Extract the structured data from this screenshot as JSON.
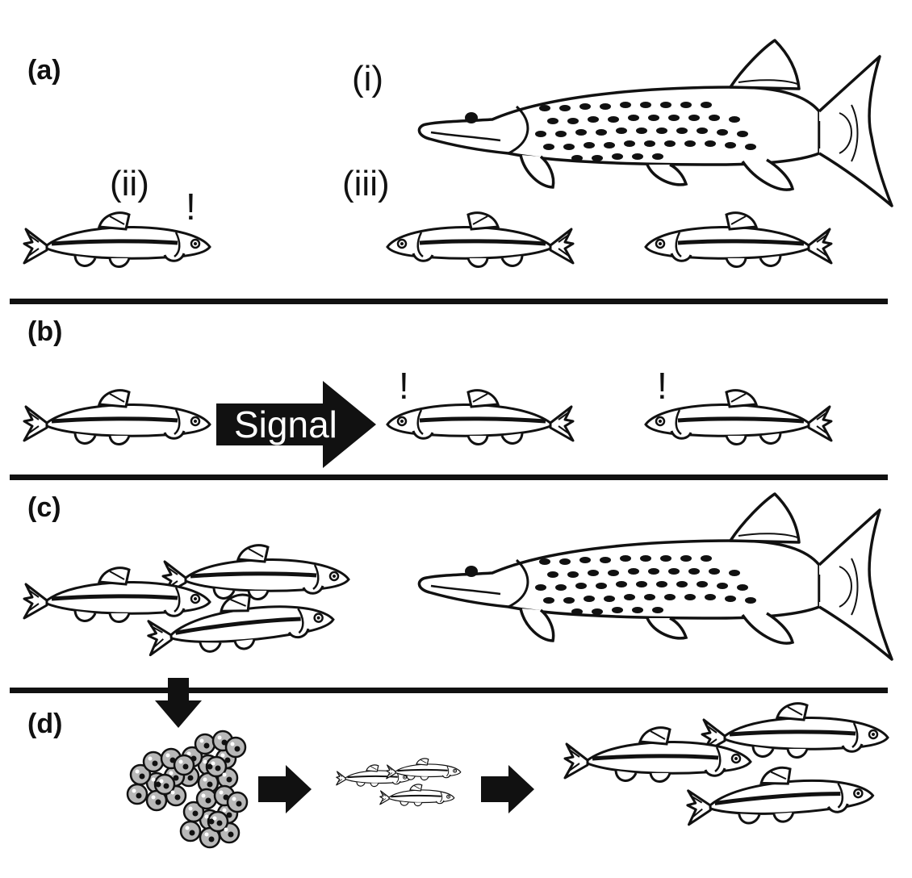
{
  "panels": {
    "a": {
      "label": "(a)",
      "sub_i": "(i)",
      "sub_ii": "(ii)",
      "sub_iii": "(iii)",
      "alarm": "!"
    },
    "b": {
      "label": "(b)",
      "signal": "Signal",
      "alarm": "!"
    },
    "c": {
      "label": "(c)"
    },
    "d": {
      "label": "(d)"
    }
  },
  "colors": {
    "ink": "#111111",
    "paper": "#ffffff",
    "egg": "#b8b8b8"
  },
  "icons": [
    "pike-predator-icon",
    "minnow-icon",
    "egg-cluster-icon",
    "arrow-right-icon",
    "arrow-down-icon"
  ]
}
